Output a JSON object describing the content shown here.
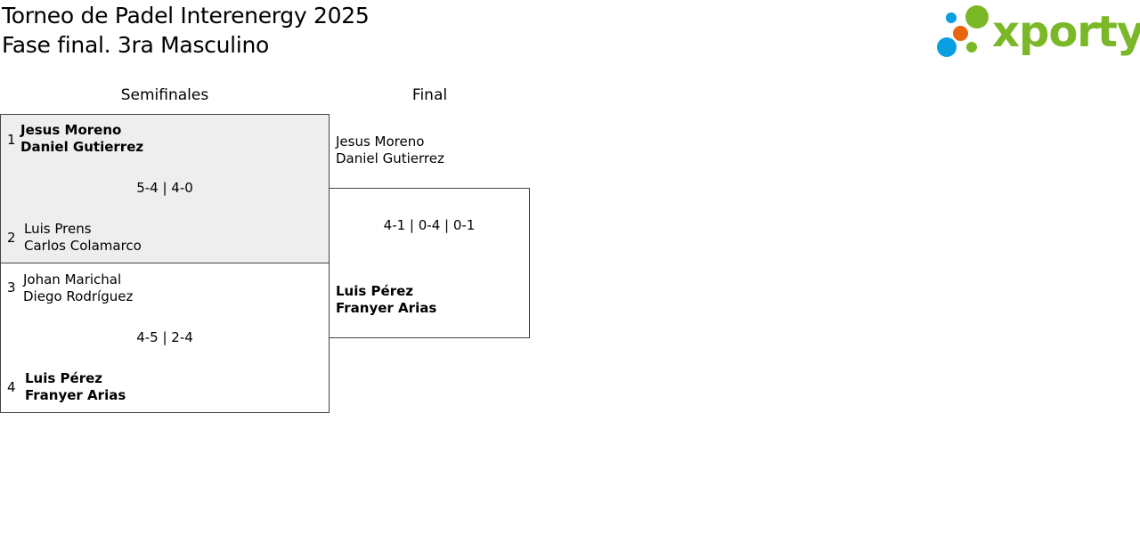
{
  "header": {
    "title_line1": "Torneo de Padel Interenergy 2025",
    "title_line2": "Fase final. 3ra Masculino"
  },
  "logo": {
    "text": "xporty",
    "colors": {
      "green": "#7ab828",
      "orange": "#e8670e",
      "blue": "#0a9fe0"
    }
  },
  "rounds": {
    "semis_label": "Semifinales",
    "final_label": "Final"
  },
  "semis": [
    {
      "score": "5-4 | 4-0",
      "top": {
        "seed": "1",
        "player1": "Jesus Moreno",
        "player2": "Daniel Gutierrez",
        "winner": true
      },
      "bottom": {
        "seed": "2",
        "player1": "Luis Prens",
        "player2": "Carlos Colamarco",
        "winner": false
      }
    },
    {
      "score": "4-5 | 2-4",
      "top": {
        "seed": "3",
        "player1": "Johan Marichal",
        "player2": "Diego Rodríguez",
        "winner": false
      },
      "bottom": {
        "seed": "4",
        "player1": "Luis Pérez",
        "player2": "Franyer Arias",
        "winner": true
      }
    }
  ],
  "final": {
    "score": "4-1 | 0-4 | 0-1",
    "top": {
      "player1": "Jesus Moreno",
      "player2": "Daniel Gutierrez",
      "winner": false
    },
    "bottom": {
      "player1": "Luis Pérez",
      "player2": "Franyer Arias",
      "winner": true
    }
  }
}
